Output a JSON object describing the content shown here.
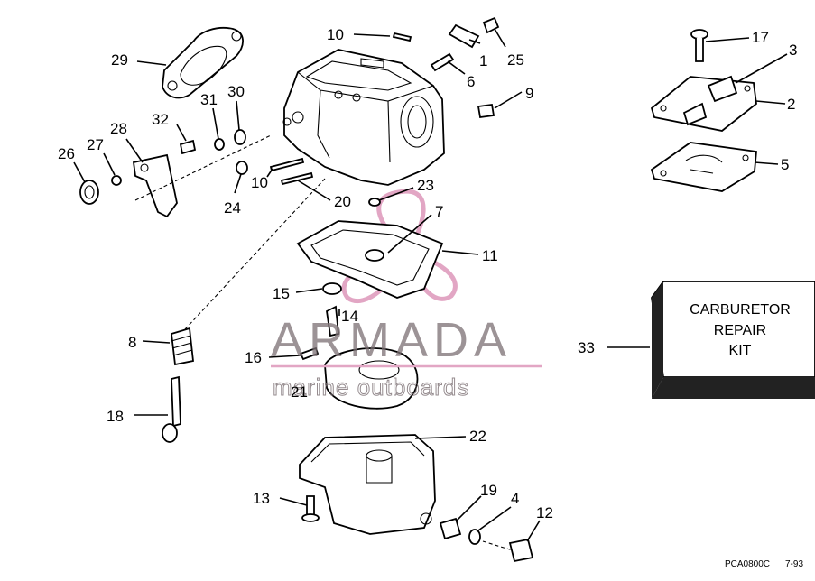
{
  "callouts": {
    "c1": "1",
    "c2": "2",
    "c3": "3",
    "c4": "4",
    "c5": "5",
    "c6": "6",
    "c7": "7",
    "c8": "8",
    "c9": "9",
    "c10a": "10",
    "c10b": "10",
    "c11": "11",
    "c12": "12",
    "c13": "13",
    "c14": "14",
    "c15": "15",
    "c16": "16",
    "c17": "17",
    "c18": "18",
    "c19": "19",
    "c20": "20",
    "c21": "21",
    "c22": "22",
    "c23": "23",
    "c24": "24",
    "c25": "25",
    "c26": "26",
    "c27": "27",
    "c28": "28",
    "c29": "29",
    "c30": "30",
    "c31": "31",
    "c32": "32",
    "c33": "33"
  },
  "kit": {
    "line1": "CARBURETOR",
    "line2": "REPAIR",
    "line3": "KIT"
  },
  "figure_code": "PCA0800C",
  "figure_date": "7-93",
  "watermark": {
    "brand": "ARMADA",
    "tagline": "marine outboards"
  },
  "colors": {
    "watermark_pink": "#e2a6c4",
    "watermark_gray": "#7b6f73",
    "ink": "#000000"
  }
}
